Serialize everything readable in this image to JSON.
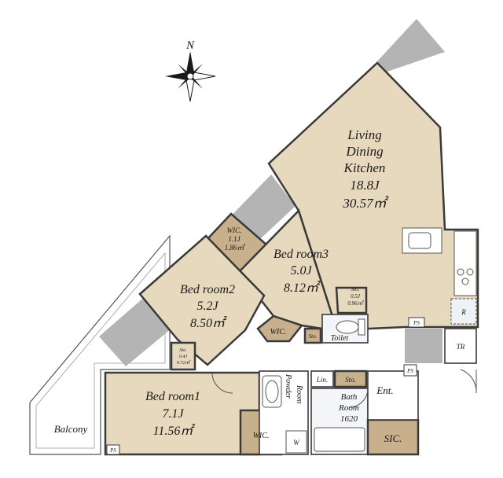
{
  "compass": {
    "north_label": "N"
  },
  "colors": {
    "room_fill": "#e7d9bd",
    "storage_fill": "#c9b08c",
    "gray_fill": "#b4b4b4",
    "wet_fill": "#f3f5f8",
    "wall": "#3a3a3a"
  },
  "rooms": {
    "ldk": {
      "line1": "Living",
      "line2": "Dining",
      "line3": "Kitchen",
      "tatami": "18.8J",
      "area": "30.57㎡"
    },
    "bedroom3": {
      "name": "Bed room3",
      "tatami": "5.0J",
      "area": "8.12㎡"
    },
    "bedroom2": {
      "name": "Bed room2",
      "tatami": "5.2J",
      "area": "8.50㎡"
    },
    "bedroom1": {
      "name": "Bed room1",
      "tatami": "7.1J",
      "area": "11.56㎡"
    },
    "wic_top": {
      "name": "WIC.",
      "tatami": "1.1J",
      "area": "1.86㎡"
    },
    "wic_mid": {
      "name": "WIC."
    },
    "wic_bed1": {
      "name": "WIC."
    },
    "sto_small_left": {
      "name": "Sto.",
      "tatami": "0.4J",
      "area": "0.72㎡"
    },
    "sto_small_right": {
      "name": "Sto.",
      "tatami": "0.5J",
      "area": "0.96㎡"
    },
    "sto_toilet": {
      "name": "Sto."
    },
    "sto_bath": {
      "name": "Sto."
    },
    "toilet": {
      "name": "Toilet"
    },
    "powder_room": {
      "line1": "Powder",
      "line2": "Room"
    },
    "linen": {
      "name": "Lin."
    },
    "bath": {
      "line1": "Bath",
      "line2": "Room",
      "line3": "1620"
    },
    "washer": {
      "name": "W"
    },
    "entrance": {
      "name": "Ent."
    },
    "sic": {
      "name": "SIC."
    },
    "tr": {
      "name": "TR"
    },
    "fridge": {
      "name": "R"
    },
    "balcony": {
      "name": "Balcony"
    },
    "ps_top": {
      "name": "PS"
    },
    "ps_entrance": {
      "name": "PS"
    },
    "ps_balcony": {
      "name": "PS"
    }
  }
}
